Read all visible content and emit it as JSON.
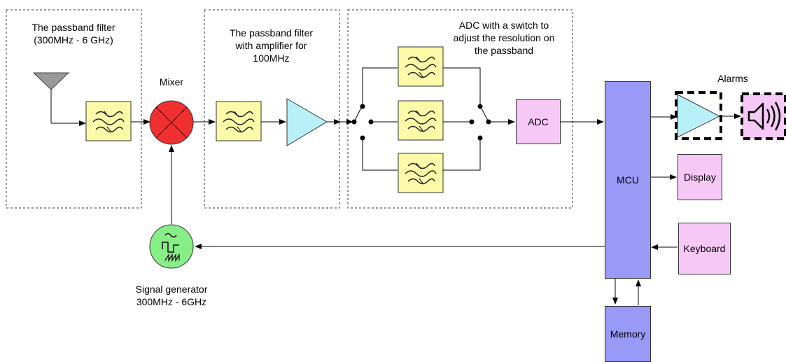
{
  "groups": {
    "filter1_title_line1": "The passband filter",
    "filter1_title_line2": "(300MHz - 6 GHz)",
    "filter2_title_line1": "The passband filter",
    "filter2_title_line2": "with amplifier for",
    "filter2_title_line3": "100MHz",
    "adc_title_line1": "ADC with a switch to",
    "adc_title_line2": "adjust the resolution on",
    "adc_title_line3": "the passband"
  },
  "labels": {
    "mixer": "Mixer",
    "alarms": "Alarms",
    "signal_generator_line1": "Signal generator",
    "signal_generator_line2": "300MHz - 6GHz"
  },
  "blocks": {
    "adc": "ADC",
    "mcu": "MCU",
    "display": "Display",
    "keyboard": "Keyboard",
    "memory": "Memory"
  },
  "colors": {
    "filter_fill": "#fafaa8",
    "mixer_fill": "#f03030",
    "amplifier_fill": "#b8f0f8",
    "adc_fill": "#f6c8f6",
    "mcu_fill": "#9999f8",
    "generator_fill": "#88ee88",
    "antenna_fill": "#999999"
  },
  "icons": [
    "antenna-icon",
    "bandpass-filter-icon",
    "mixer-icon",
    "amplifier-icon",
    "switch-icon",
    "speaker-icon",
    "signal-generator-icon"
  ]
}
